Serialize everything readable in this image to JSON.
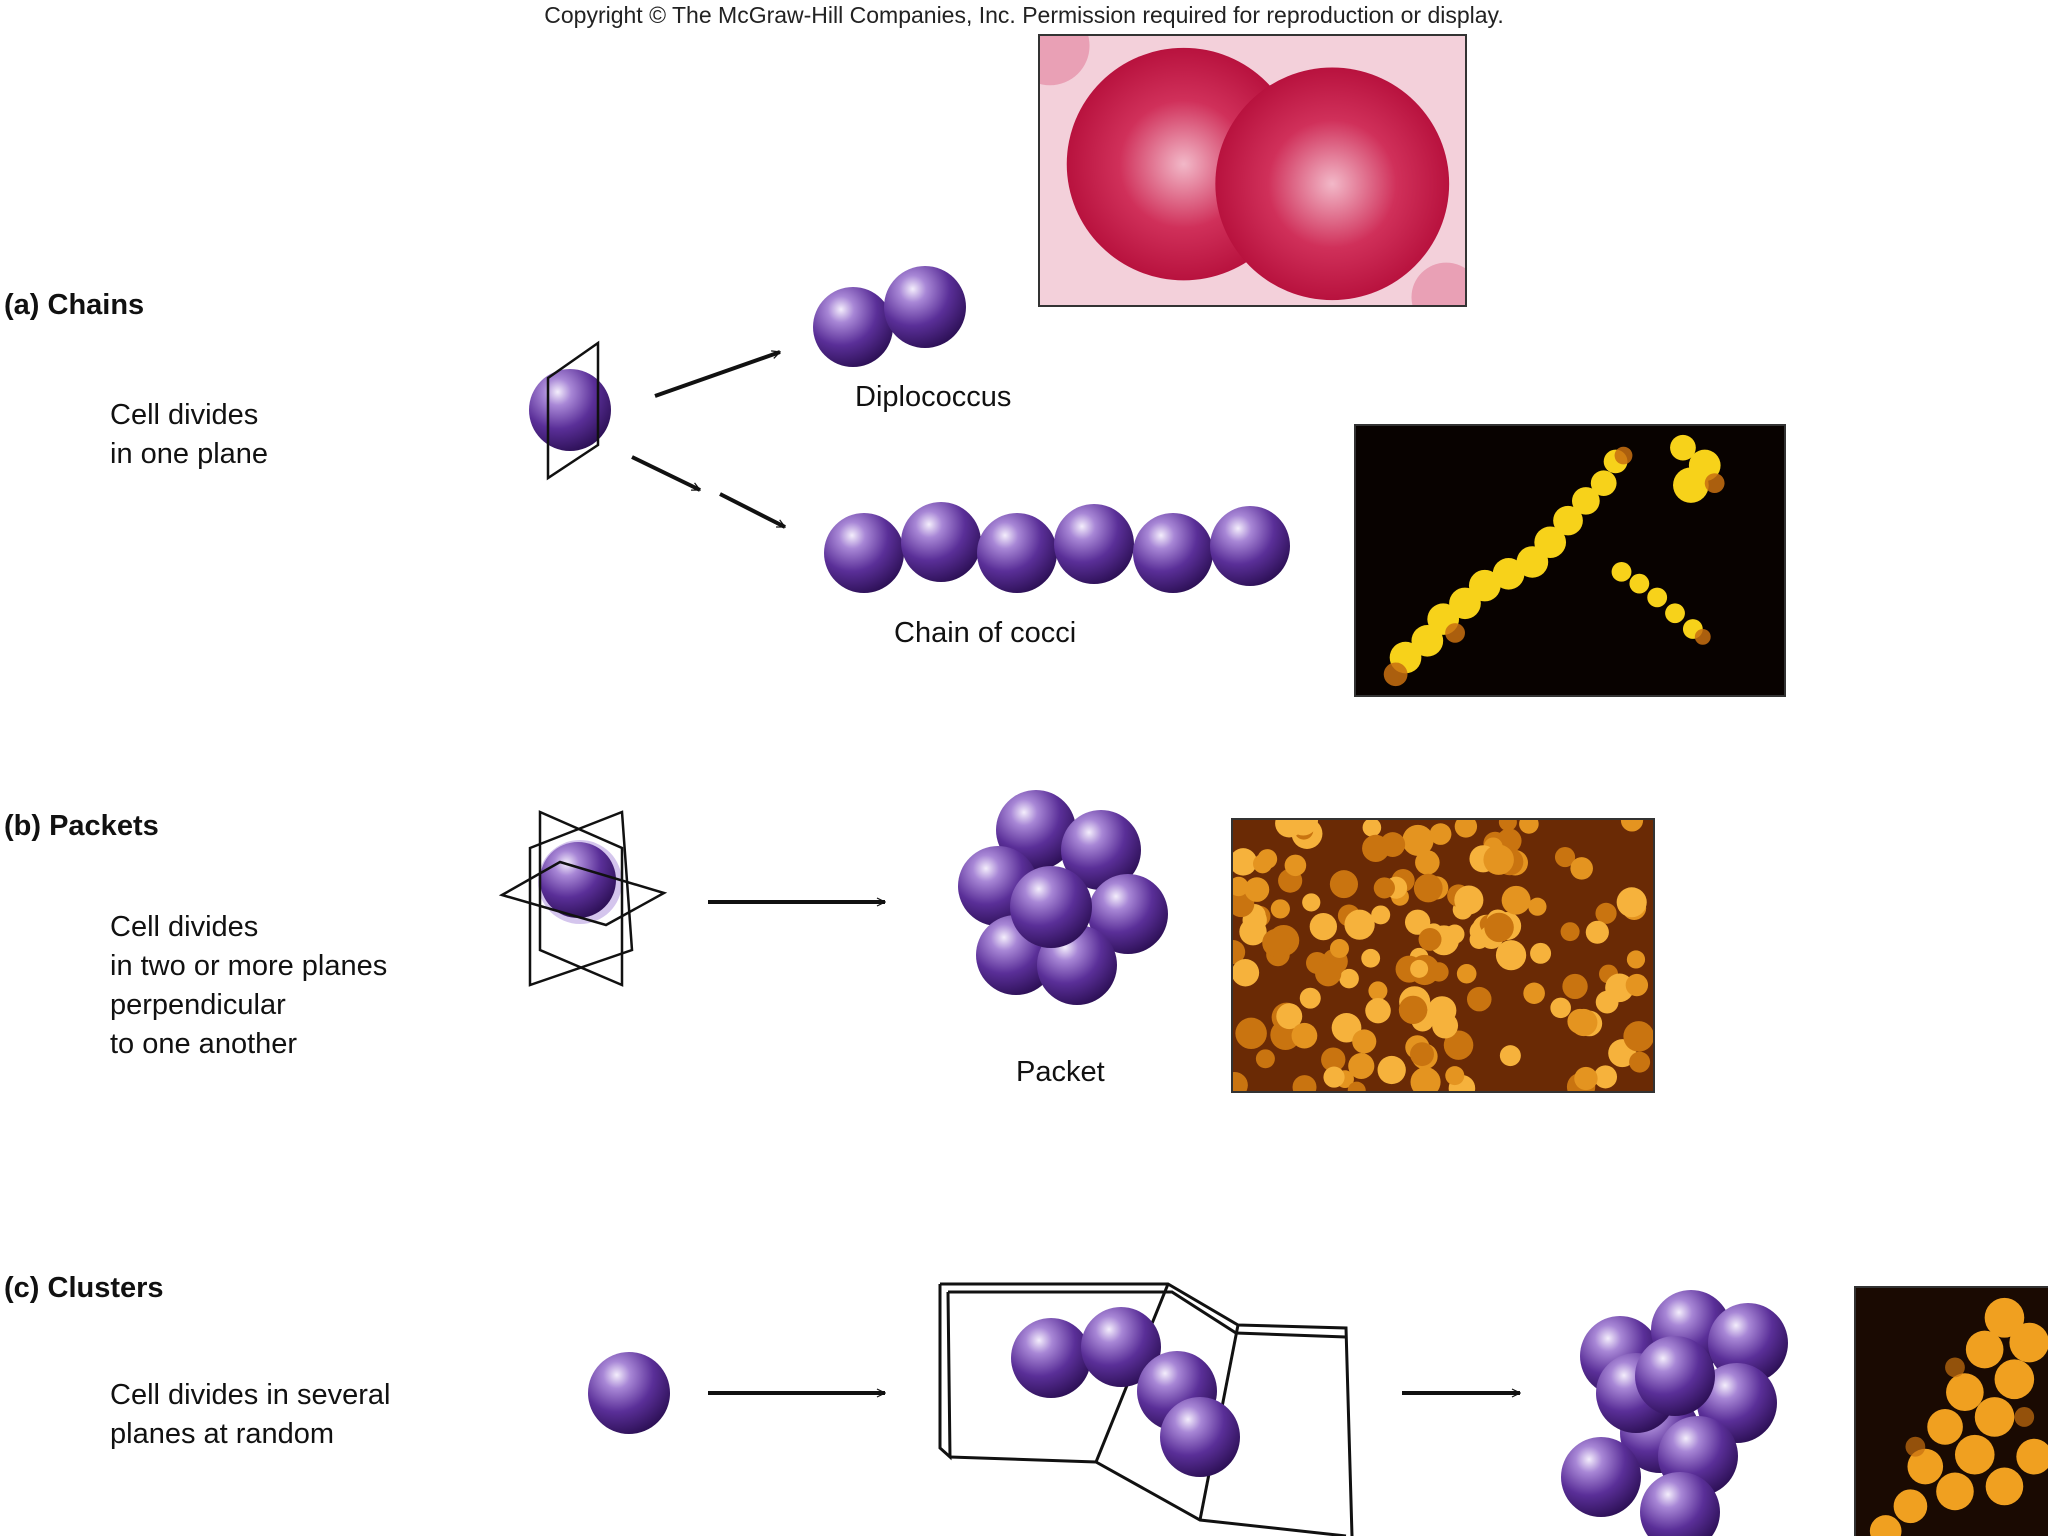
{
  "copyright": "Copyright © The McGraw-Hill Companies, Inc. Permission required for reproduction or display.",
  "colors": {
    "cell_dark": "#3a1a6e",
    "cell_mid": "#6a3aa8",
    "cell_light": "#d8c8f0",
    "line": "#111111"
  },
  "sections": {
    "chains": {
      "title": "(a) Chains",
      "description": [
        "Cell divides",
        "in one plane"
      ],
      "diplococcus_label": "Diplococcus",
      "chain_label": "Chain of cocci"
    },
    "packets": {
      "title": "(b) Packets",
      "description": [
        "Cell divides",
        "in two or more planes",
        "perpendicular",
        "to one another"
      ],
      "packet_label": "Packet"
    },
    "clusters": {
      "title": "(c) Clusters",
      "description": [
        "Cell divides in several",
        "planes at random"
      ]
    }
  },
  "icons": [
    "arrow-icon",
    "cell-icon",
    "division-plane-icon"
  ]
}
